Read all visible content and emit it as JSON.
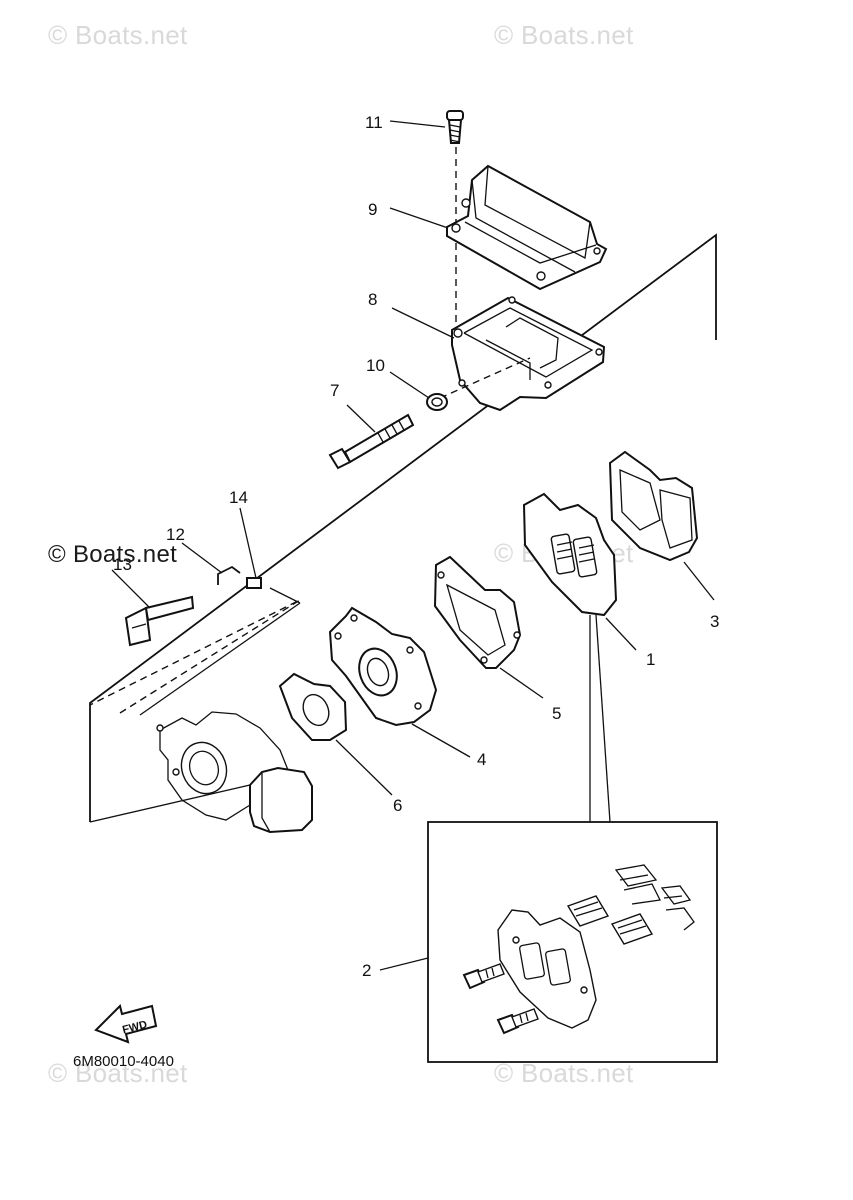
{
  "watermarks": {
    "top_left": "© Boats.net",
    "top_right": "© Boats.net",
    "middle_left": "© Boats.net",
    "middle_right": "© Boats.net",
    "bottom_left": "© Boats.net",
    "bottom_right": "© Boats.net"
  },
  "callouts": {
    "p11": "11",
    "p9": "9",
    "p8": "8",
    "p10": "10",
    "p7": "7",
    "p14": "14",
    "p12": "12",
    "p13": "13",
    "p3": "3",
    "p1": "1",
    "p5": "5",
    "p4": "4",
    "p6": "6",
    "p2": "2"
  },
  "fwd_arrow": {
    "label": "FWD",
    "icon": "fwd-arrow-icon"
  },
  "drawing_code": "6M80010-4040"
}
